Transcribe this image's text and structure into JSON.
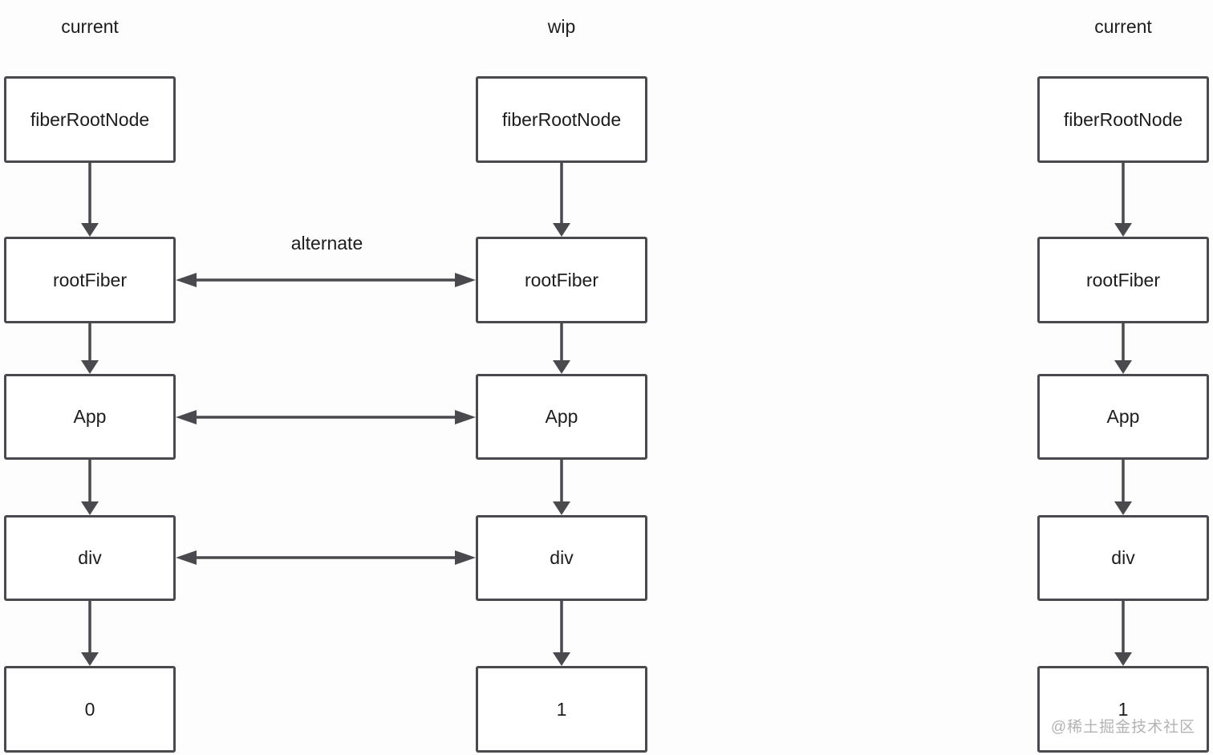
{
  "diagram": {
    "columns": [
      {
        "header": "current",
        "nodes": [
          "fiberRootNode",
          "rootFiber",
          "App",
          "div",
          "0"
        ]
      },
      {
        "header": "wip",
        "nodes": [
          "fiberRootNode",
          "rootFiber",
          "App",
          "div",
          "1"
        ]
      },
      {
        "header": "current",
        "nodes": [
          "fiberRootNode",
          "rootFiber",
          "App",
          "div",
          "1"
        ]
      }
    ],
    "relation_labels": {
      "alternate": "alternate"
    },
    "watermark": "@稀土掘金技术社区"
  },
  "colors": {
    "line": "#4a4a4e",
    "text": "#1d1d1f",
    "watermark": "#b3b3b3",
    "box_background": "#ffffff",
    "page_background": "#fdfdfd"
  }
}
